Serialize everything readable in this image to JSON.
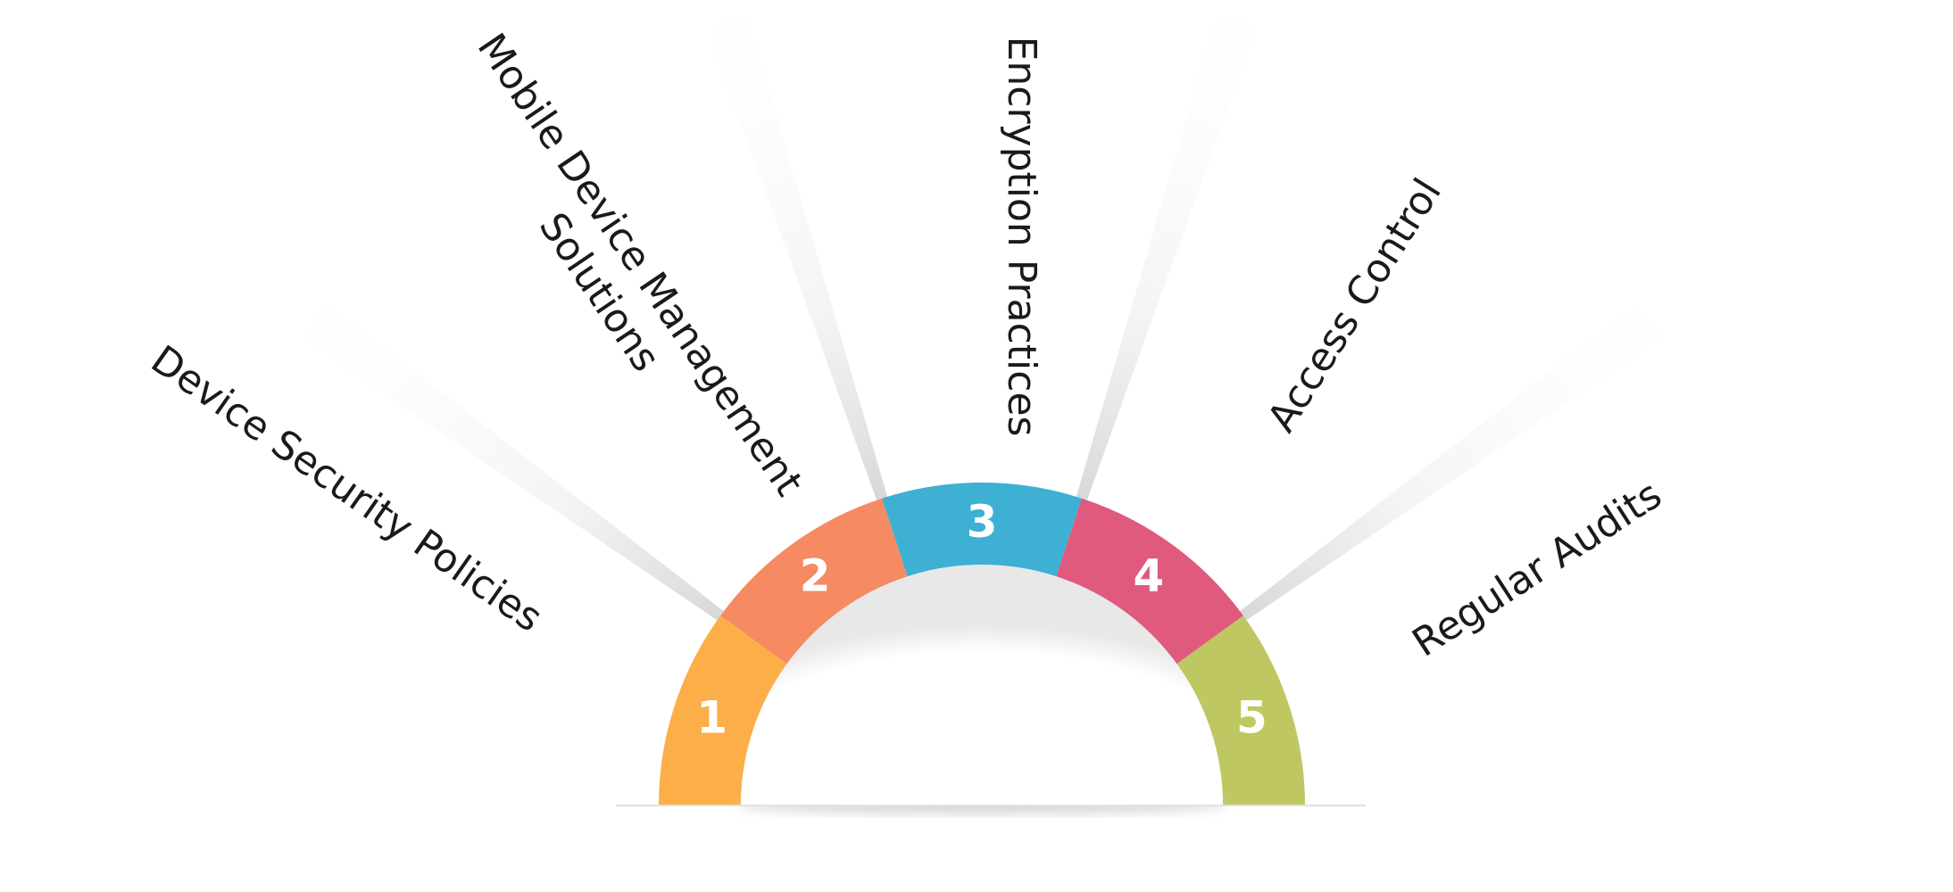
{
  "steps": [
    {
      "number": "1",
      "label_lines": [
        "Device Security Policies"
      ],
      "color": "#FCAE48"
    },
    {
      "number": "2",
      "label_lines": [
        "Mobile Device Management",
        "Solutions"
      ],
      "color": "#F58A63"
    },
    {
      "number": "3",
      "label_lines": [
        "Encryption Practices"
      ],
      "color": "#3DB0D4"
    },
    {
      "number": "4",
      "label_lines": [
        "Access Control"
      ],
      "color": "#E05A7D"
    },
    {
      "number": "5",
      "label_lines": [
        "Regular Audits"
      ],
      "color": "#BFC762"
    }
  ]
}
